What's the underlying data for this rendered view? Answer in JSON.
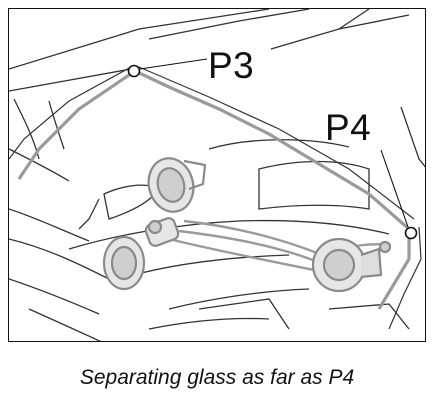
{
  "labels": {
    "p3": "P3",
    "p4": "P4"
  },
  "caption": "Separating glass as far as P4",
  "colors": {
    "line_art": "#333333",
    "highlight": "#9a9a9a",
    "background": "#ffffff",
    "text": "#111111"
  },
  "icons": {
    "speaker": "speaker-icon",
    "point_marker": "circle-marker-icon"
  }
}
